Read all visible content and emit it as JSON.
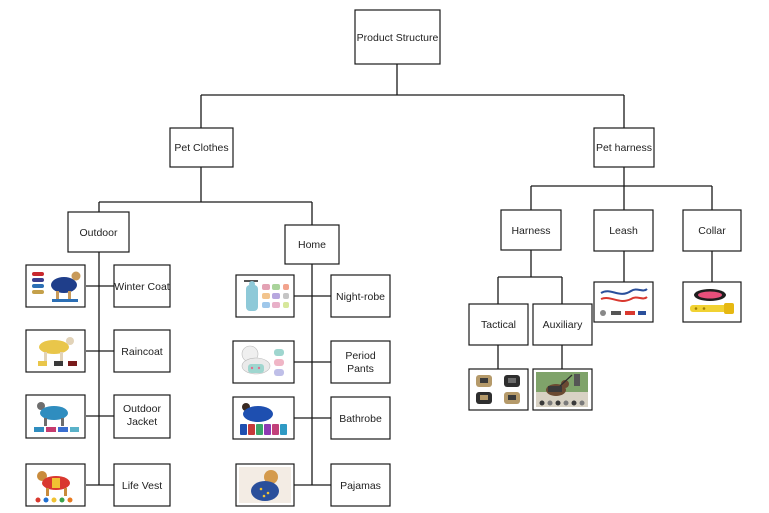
{
  "root": {
    "label": "Product Structure"
  },
  "branches": {
    "clothes": {
      "label": "Pet Clothes"
    },
    "harness": {
      "label": "Pet harness"
    }
  },
  "groups": {
    "outdoor": {
      "label": "Outdoor"
    },
    "home": {
      "label": "Home"
    },
    "harness": {
      "label": "Harness"
    },
    "leash": {
      "label": "Leash"
    },
    "collar": {
      "label": "Collar"
    }
  },
  "outdoor_items": [
    {
      "lines": [
        "Winter Coat"
      ],
      "thumb": "winter-coat-image"
    },
    {
      "lines": [
        "Raincoat"
      ],
      "thumb": "raincoat-image"
    },
    {
      "lines": [
        "Outdoor",
        "Jacket"
      ],
      "thumb": "outdoor-jacket-image"
    },
    {
      "lines": [
        "Life Vest"
      ],
      "thumb": "life-vest-image"
    }
  ],
  "home_items": [
    {
      "lines": [
        "Night-robe"
      ],
      "thumb": "night-robe-image"
    },
    {
      "lines": [
        "Period",
        "Pants"
      ],
      "thumb": "period-pants-image"
    },
    {
      "lines": [
        "Bathrobe"
      ],
      "thumb": "bathrobe-image"
    },
    {
      "lines": [
        "Pajamas"
      ],
      "thumb": "pajamas-image"
    }
  ],
  "harness_items": {
    "tactical": {
      "label": "Tactical",
      "thumb": "tactical-harness-image"
    },
    "auxiliary": {
      "label": "Auxiliary",
      "thumb": "auxiliary-harness-image"
    }
  },
  "colors": {
    "line": "#1a1a1a",
    "box_fill": "#ffffff"
  }
}
